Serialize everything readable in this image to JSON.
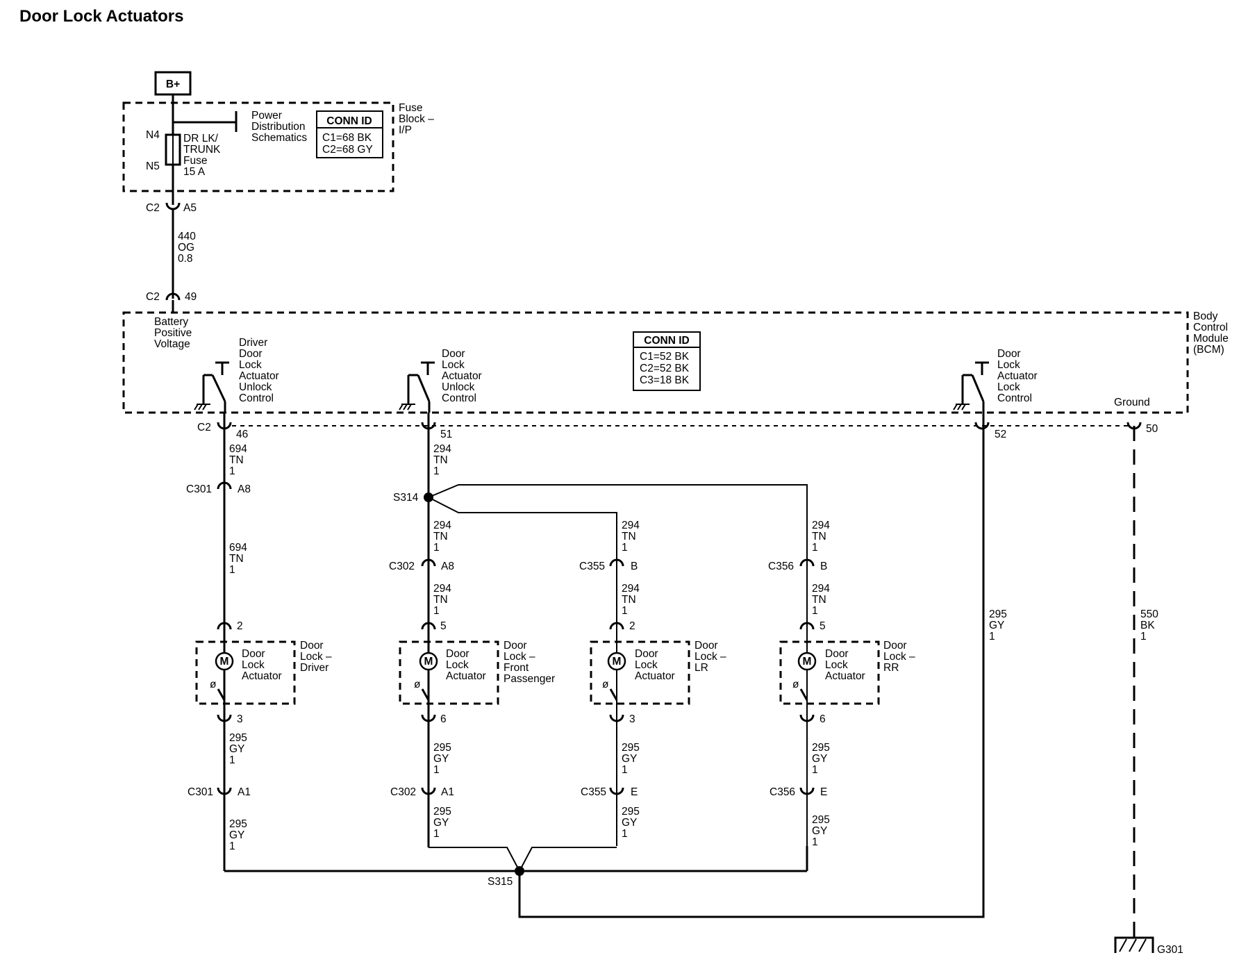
{
  "title": "Door Lock Actuators",
  "power": {
    "source": "B+",
    "fuse_block": "Fuse\nBlock –\nI/P",
    "pds_ref": "Power\nDistribution\nSchematics",
    "fuse_pin_top": "N4",
    "fuse_pin_bottom": "N5",
    "fuse_label": "DR LK/\nTRUNK\nFuse\n15 A",
    "conn_id": {
      "header": "CONN ID",
      "lines": [
        "C1=68 BK",
        "C2=68 GY"
      ]
    }
  },
  "feed": {
    "conn_top": "C2",
    "pin_top": "A5",
    "wire": "440\nOG\n0.8",
    "conn_bottom": "C2",
    "pin_bottom": "49"
  },
  "bcm": {
    "name": "Body\nControl\nModule\n(BCM)",
    "battery_label": "Battery\nPositive\nVoltage",
    "driver_unlock": "Driver\nDoor\nLock\nActuator\nUnlock\nControl",
    "unlock": "Door\nLock\nActuator\nUnlock\nControl",
    "lock": "Door\nLock\nActuator\nLock\nControl",
    "ground": "Ground",
    "conn_id": {
      "header": "CONN ID",
      "lines": [
        "C1=52 BK",
        "C2=52 BK",
        "C3=18 BK"
      ]
    },
    "conn": "C2",
    "pins": [
      "46",
      "51",
      "52",
      "50"
    ]
  },
  "driver_circuit": {
    "wire_a": "694\nTN\n1",
    "conn": "C301",
    "pin": "A8",
    "wire_b": "694\nTN\n1"
  },
  "unlock_circuit": {
    "wire": "294\nTN\n1",
    "splice": "S314"
  },
  "branches": [
    {
      "conn": "C302",
      "pin": "A8",
      "wire": "294\nTN\n1"
    },
    {
      "conn": "C355",
      "pin": "B",
      "wire": "294\nTN\n1"
    },
    {
      "conn": "C356",
      "pin": "B",
      "wire": "294\nTN\n1"
    }
  ],
  "actuators": [
    {
      "pin_top": "2",
      "pin_bottom": "3",
      "label": "Door\nLock\nActuator",
      "location": "Door\nLock –\nDriver",
      "wire_a": "295\nGY\n1",
      "conn": "C301",
      "conn_pin": "A1",
      "wire_b": "295\nGY\n1"
    },
    {
      "pin_top": "5",
      "pin_bottom": "6",
      "label": "Door\nLock\nActuator",
      "location": "Door\nLock –\nFront\nPassenger",
      "wire_a": "295\nGY\n1",
      "conn": "C302",
      "conn_pin": "A1",
      "wire_b": "295\nGY\n1"
    },
    {
      "pin_top": "2",
      "pin_bottom": "3",
      "label": "Door\nLock\nActuator",
      "location": "Door\nLock –\nLR",
      "wire_a": "295\nGY\n1",
      "conn": "C355",
      "conn_pin": "E",
      "wire_b": "295\nGY\n1"
    },
    {
      "pin_top": "5",
      "pin_bottom": "6",
      "label": "Door\nLock\nActuator",
      "location": "Door\nLock –\nRR",
      "wire_a": "295\nGY\n1",
      "conn": "C356",
      "conn_pin": "E",
      "wire_b": "295\nGY\n1"
    }
  ],
  "motor_symbol": "M",
  "switch_symbol": "ø",
  "lock_circuit_wire": "295\nGY\n1",
  "return_splice": "S315",
  "ground_circuit": {
    "wire": "550\nBK\n1",
    "ground_point": "G301"
  }
}
